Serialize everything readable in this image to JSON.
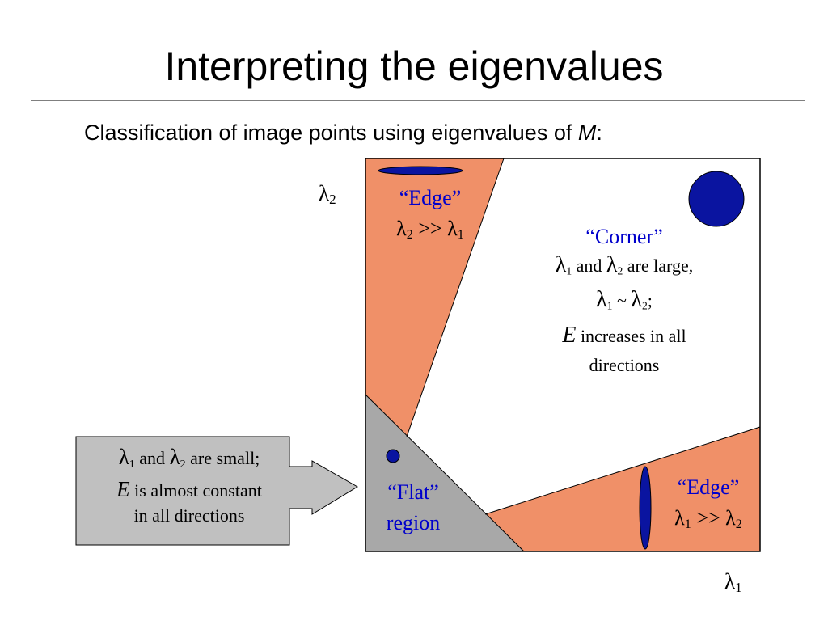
{
  "title": "Interpreting the eigenvalues",
  "subtitle_prefix": "Classification of image points using eigenvalues of ",
  "subtitle_var": "M",
  "subtitle_suffix": ":",
  "lambda": "λ",
  "axes": {
    "y_sub": "2",
    "x_sub": "1"
  },
  "regions": {
    "edge_vertical": {
      "name": "“Edge”",
      "rel": " >> ",
      "first_sub": "2",
      "second_sub": "1"
    },
    "corner": {
      "name": "“Corner”",
      "line1_sub_a": "1",
      "line1_and": " and ",
      "line1_sub_b": "2",
      "line1_tail": " are large,",
      "line2_sub_a": "1",
      "line2_mid": " ~ ",
      "line2_sub_b": "2",
      "line2_tail": ";",
      "line3_var": "E",
      "line3_tail": " increases in all",
      "line4": "directions"
    },
    "edge_horizontal": {
      "name": "“Edge”",
      "rel": " >> ",
      "first_sub": "1",
      "second_sub": "2"
    },
    "flat": {
      "name_line1": "“Flat”",
      "name_line2": "region"
    }
  },
  "callout": {
    "line1_sub_a": "1",
    "line1_and": " and ",
    "line1_sub_b": "2",
    "line1_tail": " are small;",
    "line2_var": "E",
    "line2_tail": " is almost constant",
    "line3": "in all directions"
  },
  "colors": {
    "edge_region": "#f09068",
    "flat_region": "#a8a8a8",
    "callout_fill": "#c0c0c0",
    "ellipse_fill": "#0a14a0",
    "label_blue": "#0000cc"
  }
}
